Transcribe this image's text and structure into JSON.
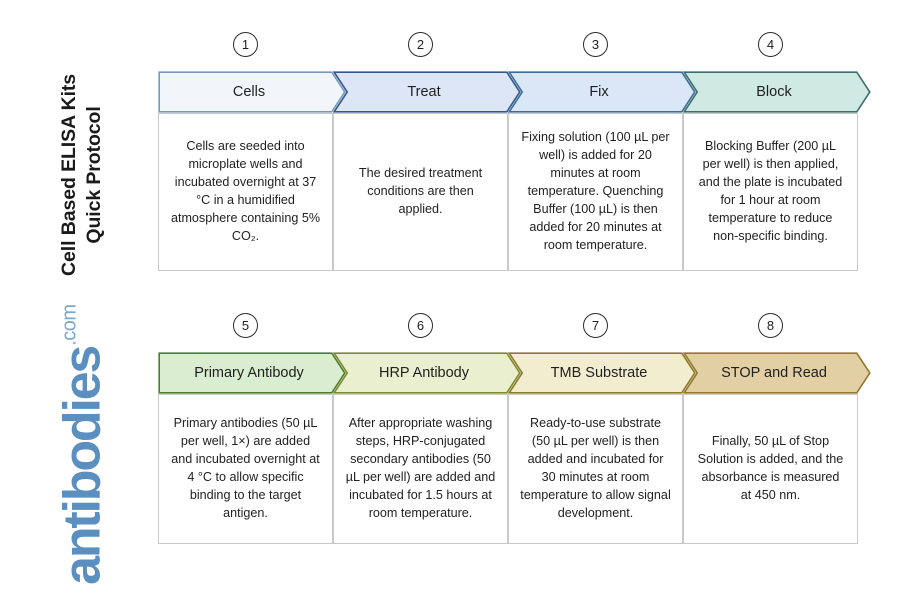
{
  "title": {
    "line1": "Cell Based ELISA Kits",
    "line2": "Quick Protocol"
  },
  "brand": {
    "word": "antibodies",
    "tld": ".com",
    "color": "#5b8fc0"
  },
  "rows": [
    {
      "steps": [
        {
          "number": "1",
          "label": "Cells",
          "body": "Cells are seeded into microplate wells and incubated overnight at 37 °C in a humidified atmosphere containing 5% CO₂.",
          "fill": "#f1f6fb",
          "stroke": "#7a99b8"
        },
        {
          "number": "2",
          "label": "Treat",
          "body": "The desired treatment conditions are then applied.",
          "fill": "#dde6f6",
          "stroke": "#33568f"
        },
        {
          "number": "3",
          "label": "Fix",
          "body": "Fixing solution (100 µL per well) is added for 20 minutes at room temperature. Quenching Buffer (100 µL) is then added for 20 minutes at room temperature.",
          "fill": "#d9e7f6",
          "stroke": "#3b6c99"
        },
        {
          "number": "4",
          "label": "Block",
          "body": "Blocking Buffer (200 µL per well) is then applied, and the plate is incubated for 1 hour at room temperature to reduce non-specific binding.",
          "fill": "#cfeae2",
          "stroke": "#3f6d6d"
        }
      ]
    },
    {
      "steps": [
        {
          "number": "5",
          "label": "Primary Antibody",
          "body": "Primary antibodies (50 µL per well, 1×) are added and incubated overnight at 4 °C to allow specific binding to the target antigen.",
          "fill": "#d9eed0",
          "stroke": "#4b7d2a"
        },
        {
          "number": "6",
          "label": "HRP Antibody",
          "body": "After appropriate washing steps, HRP-conjugated secondary antibodies (50 µL per well) are added and incubated for 1.5 hours at room temperature.",
          "fill": "#eaf0cf",
          "stroke": "#7d8a2a"
        },
        {
          "number": "7",
          "label": "TMB Substrate",
          "body": "Ready-to-use substrate (50 µL per well) is then added and incubated for 30 minutes at room temperature to allow signal development.",
          "fill": "#f3edd0",
          "stroke": "#8a7a2a"
        },
        {
          "number": "8",
          "label": "STOP and Read",
          "body": "Finally, 50 µL of Stop Solution is added, and the absorbance is measured at 450 nm.",
          "fill": "#e3cfa4",
          "stroke": "#96762c"
        }
      ]
    }
  ]
}
